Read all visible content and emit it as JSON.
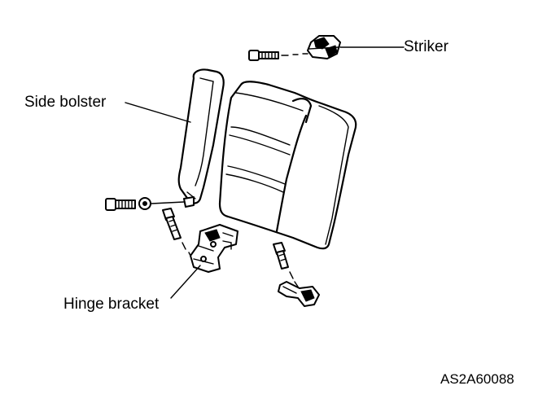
{
  "labels": {
    "striker": "Striker",
    "side_bolster": "Side bolster",
    "hinge_bracket": "Hinge bracket",
    "figure_code": "AS2A60088"
  }
}
